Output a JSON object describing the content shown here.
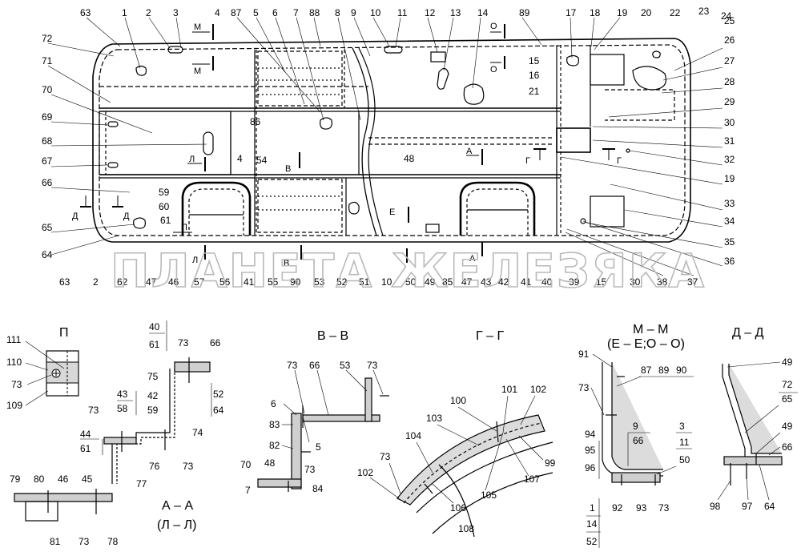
{
  "watermark": "ПЛАНЕТА ЖЕЛЕЗЯКА",
  "top_callouts": [
    "63",
    "1",
    "2",
    "3",
    "4",
    "87",
    "5",
    "6",
    "7",
    "88",
    "8",
    "9",
    "10",
    "11",
    "12",
    "13",
    "14",
    "89",
    "17",
    "18",
    "19",
    "20",
    "22",
    "23",
    "24"
  ],
  "right_callouts": [
    "25",
    "26",
    "27",
    "28",
    "29",
    "30",
    "31",
    "32",
    "19",
    "33",
    "34",
    "35",
    "36"
  ],
  "left_callouts": [
    "72",
    "71",
    "70",
    "69",
    "68",
    "67",
    "66",
    "65",
    "64"
  ],
  "bottom_callouts": [
    "63",
    "2",
    "62",
    "47",
    "46",
    "57",
    "56",
    "41",
    "55",
    "90",
    "53",
    "52",
    "51",
    "10",
    "50",
    "49",
    "85",
    "47",
    "43",
    "42",
    "41",
    "40",
    "39",
    "15",
    "30",
    "38",
    "37"
  ],
  "inner_callouts": {
    "c15a": "15",
    "c16": "16",
    "c21": "21",
    "c86": "86",
    "c54": "54",
    "c4b": "4",
    "c48": "48",
    "c59": "59",
    "c60": "60",
    "c61": "61"
  },
  "section_marks": {
    "m1": "М",
    "m2": "М",
    "o1": "О",
    "o2": "О",
    "l1": "Л",
    "l2": "Л",
    "v1": "В",
    "v2": "В",
    "a1": "А",
    "a2": "А",
    "g1": "Г",
    "g2": "Г",
    "d1": "Д",
    "d2": "Д",
    "p1": "П",
    "e1": "Е"
  },
  "details": {
    "p": {
      "title": "П",
      "labels": [
        "111",
        "110",
        "73",
        "109"
      ]
    },
    "aa": {
      "title": "А – А",
      "subtitle": "(Л – Л)",
      "labels": [
        "40",
        "61",
        "73",
        "66",
        "75",
        "52",
        "64",
        "43",
        "58",
        "42",
        "59",
        "74",
        "73",
        "76",
        "73",
        "44",
        "61",
        "77",
        "79",
        "80",
        "46",
        "45",
        "81",
        "73",
        "78"
      ]
    },
    "vv": {
      "title": "В – В",
      "labels": [
        "73",
        "66",
        "53",
        "73",
        "6",
        "83",
        "5",
        "82",
        "73",
        "70",
        "48",
        "7",
        "84"
      ]
    },
    "gg": {
      "title": "Г – Г",
      "labels": [
        "100",
        "101",
        "102",
        "103",
        "104",
        "73",
        "102",
        "105",
        "107",
        "99",
        "106",
        "108"
      ]
    },
    "mm": {
      "title": "М – М",
      "subtitle": "(Е – Е;О – О)",
      "labels": [
        "91",
        "87",
        "89",
        "90",
        "73",
        "9",
        "66",
        "3",
        "11",
        "50",
        "94",
        "95",
        "96",
        "92",
        "93",
        "73",
        "1",
        "14",
        "52"
      ]
    },
    "dd": {
      "title": "Д – Д",
      "labels": [
        "49",
        "72",
        "65",
        "49",
        "66",
        "98",
        "97",
        "64"
      ]
    }
  }
}
